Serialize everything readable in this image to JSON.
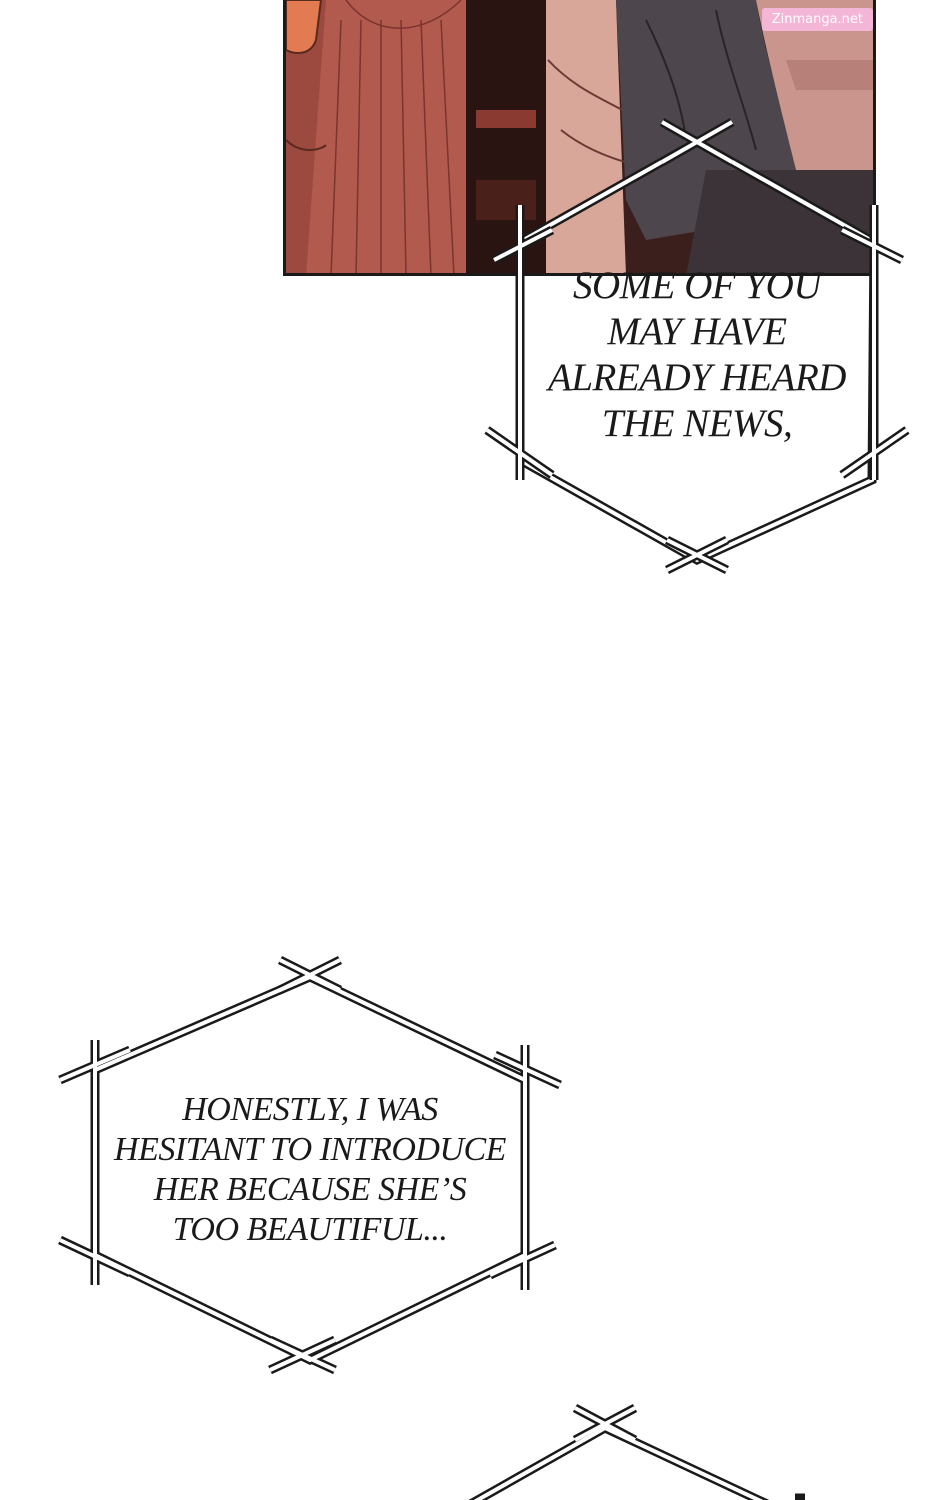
{
  "watermark": "Zinmanga.net",
  "bubbles": [
    {
      "lines": [
        "SOME OF YOU",
        "MAY HAVE",
        "ALREADY HEARD",
        "THE NEWS,"
      ]
    },
    {
      "lines": [
        "HONESTLY, I WAS",
        "HESITANT TO INTRODUCE",
        "HER BECAUSE SHE’S",
        "TOO BEAUTIFUL..."
      ]
    }
  ]
}
